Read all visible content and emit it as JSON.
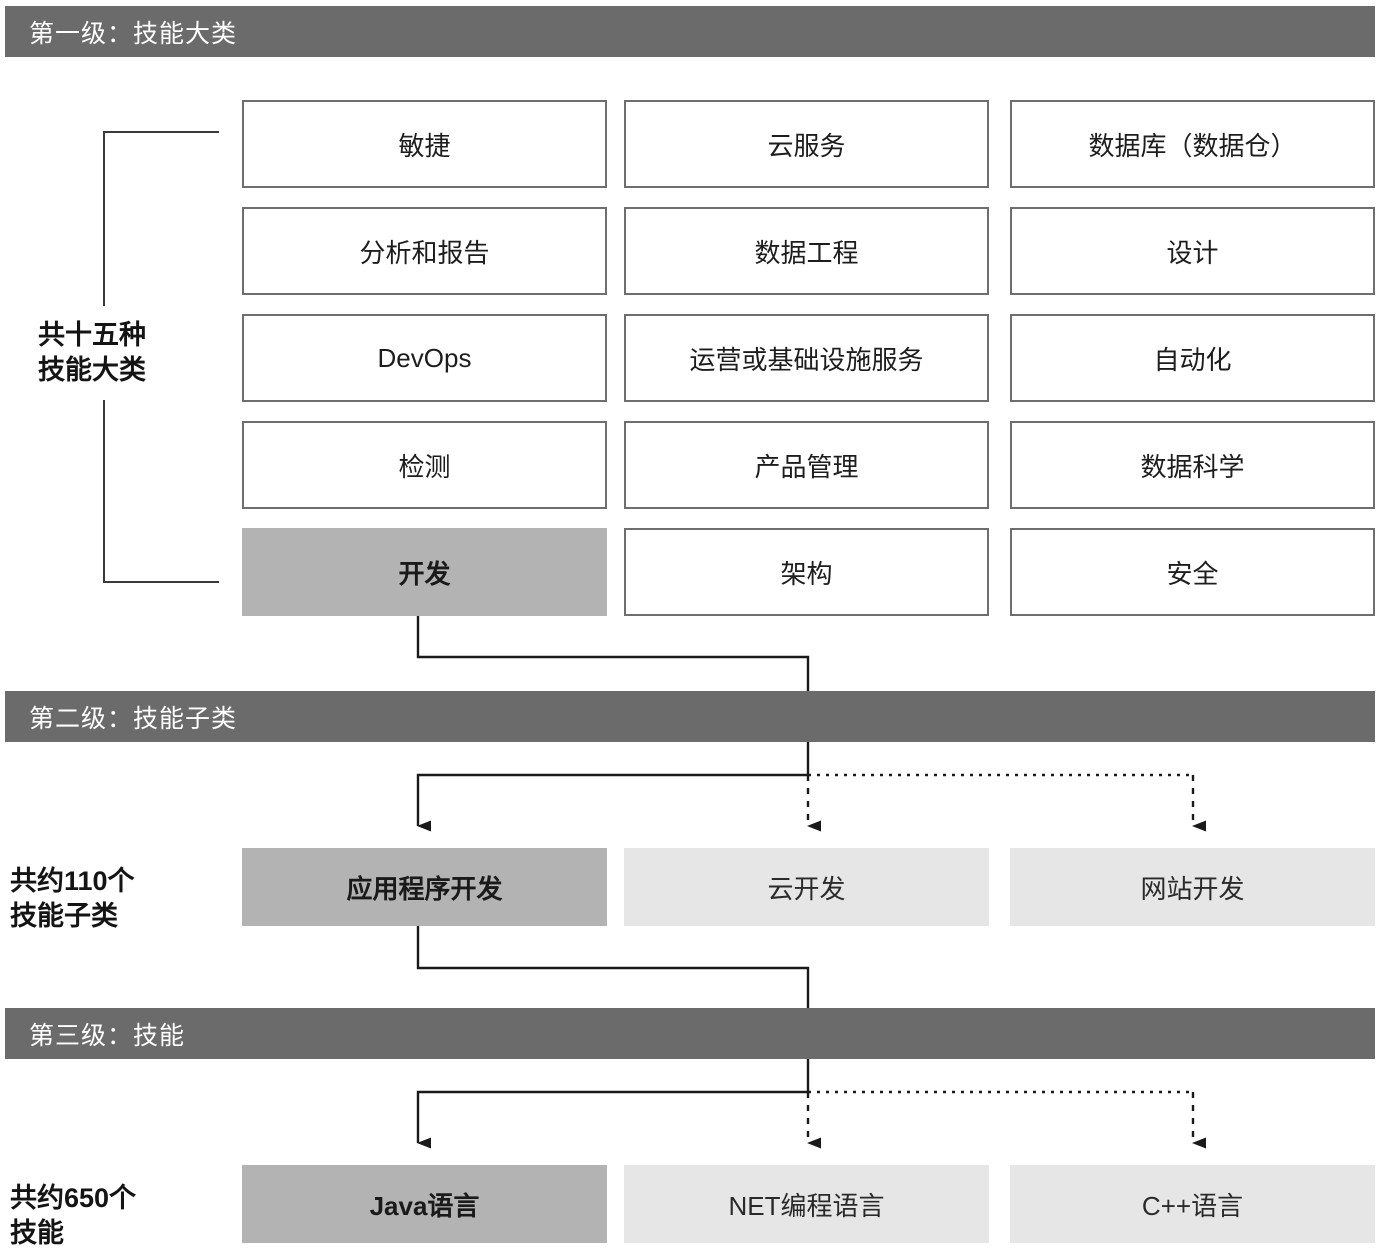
{
  "levels": [
    {
      "band_title": "第一级：技能大类",
      "side_label": "共十五种\n技能大类"
    },
    {
      "band_title": "第二级：技能子类",
      "side_label": "共约110个\n技能子类"
    },
    {
      "band_title": "第三级：技能",
      "side_label": "共约650个\n技能"
    }
  ],
  "level1_boxes": [
    {
      "label": "敏捷",
      "style": "outline"
    },
    {
      "label": "云服务",
      "style": "outline"
    },
    {
      "label": "数据库（数据仓）",
      "style": "outline"
    },
    {
      "label": "分析和报告",
      "style": "outline"
    },
    {
      "label": "数据工程",
      "style": "outline"
    },
    {
      "label": "设计",
      "style": "outline"
    },
    {
      "label": "DevOps",
      "style": "outline"
    },
    {
      "label": "运营或基础设施服务",
      "style": "outline"
    },
    {
      "label": "自动化",
      "style": "outline"
    },
    {
      "label": "检测",
      "style": "outline"
    },
    {
      "label": "产品管理",
      "style": "outline"
    },
    {
      "label": "数据科学",
      "style": "outline"
    },
    {
      "label": "开发",
      "style": "filled"
    },
    {
      "label": "架构",
      "style": "outline"
    },
    {
      "label": "安全",
      "style": "outline"
    }
  ],
  "level2_boxes": [
    {
      "label": "应用程序开发",
      "style": "filled"
    },
    {
      "label": "云开发",
      "style": "light"
    },
    {
      "label": "网站开发",
      "style": "light"
    }
  ],
  "level3_boxes": [
    {
      "label": "Java语言",
      "style": "filled"
    },
    {
      "label": "NET编程语言",
      "style": "light"
    },
    {
      "label": "C++语言",
      "style": "light"
    }
  ],
  "colors": {
    "band": "#6b6b6b",
    "band_text": "#ffffff",
    "box_border": "#6e6e6e",
    "box_fill_selected": "#b3b3b3",
    "box_fill_light": "#e6e6e6",
    "connector": "#222222",
    "page_bg": "#ffffff"
  }
}
